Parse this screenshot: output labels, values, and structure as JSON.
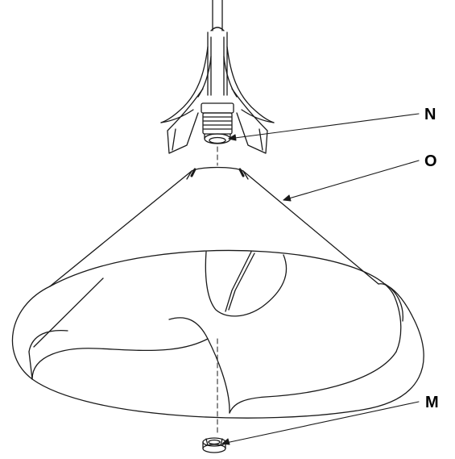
{
  "callouts": {
    "n": "N",
    "o": "O",
    "m": "M"
  },
  "colors": {
    "stroke": "#1a1a1a",
    "background": "#ffffff"
  }
}
